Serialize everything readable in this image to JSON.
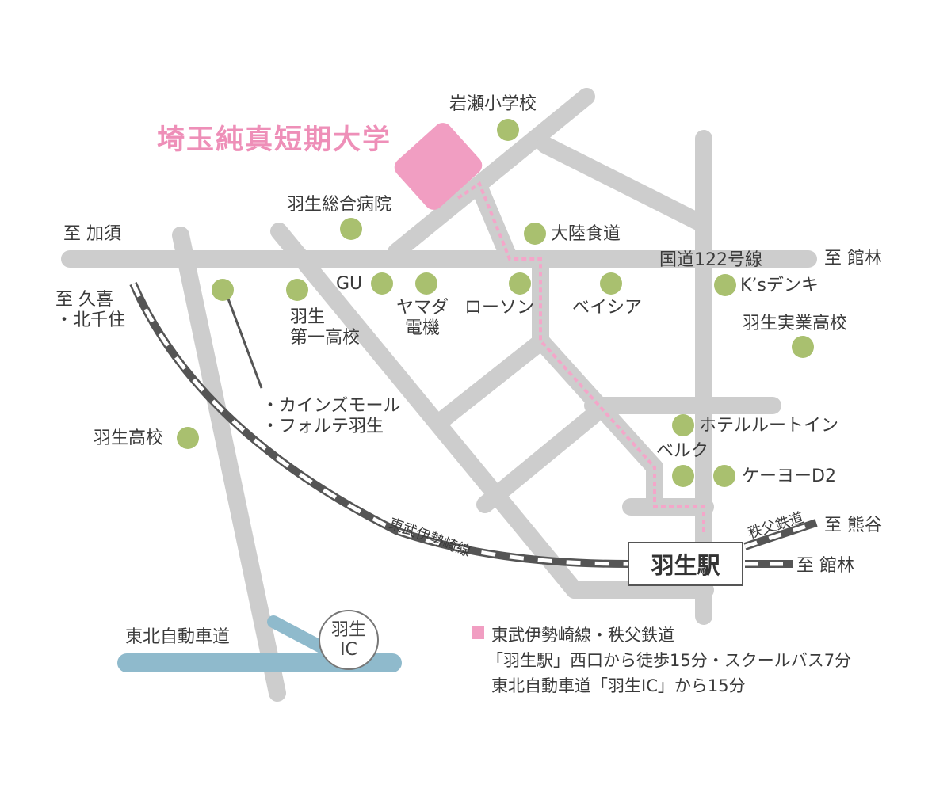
{
  "colors": {
    "road": "#cdcdcd",
    "expressway": "#8fbacc",
    "landmark_dot": "#a9c06f",
    "campus": "#f19ec2",
    "route": "#f4a6c9",
    "railway_dark": "#555555",
    "text": "#3a3a3a"
  },
  "campus": {
    "name": "埼玉純真短期大学"
  },
  "directions": {
    "kazo": "至 加須",
    "kuki": "至 久喜\n・北千住",
    "tatebayashi_road": "至 館林",
    "kumagaya": "至 熊谷",
    "tatebayashi_rail": "至 館林"
  },
  "roads": {
    "national_route": "国道122号線"
  },
  "railways": {
    "tobu": "東武伊勢崎線",
    "chichibu": "秩父鉄道"
  },
  "expressway": {
    "name": "東北自動車道"
  },
  "interchange": {
    "line1": "羽生",
    "line2": "IC"
  },
  "station": {
    "name": "羽生駅"
  },
  "landmarks": {
    "iwase": "岩瀬小学校",
    "hospital": "羽生総合病院",
    "tairiku": "大陸食道",
    "gu": "GU",
    "yamada": "ヤマダ\n電機",
    "lawson": "ローソン",
    "beisia": "ベイシア",
    "ks": "K’sデンキ",
    "jitsugyo": "羽生実業高校",
    "daiichi": "羽生\n第一高校",
    "mall": "・カインズモール\n・フォルテ羽生",
    "hanyu_high": "羽生高校",
    "hotel": "ホテルルートイン",
    "belc": "ベルク",
    "keiyo": "ケーヨーD2"
  },
  "access": {
    "line1": "東武伊勢崎線・秩父鉄道",
    "line2": "「羽生駅」西口から徒歩15分・スクールバス7分",
    "line3": "東北自動車道「羽生IC」から15分"
  }
}
